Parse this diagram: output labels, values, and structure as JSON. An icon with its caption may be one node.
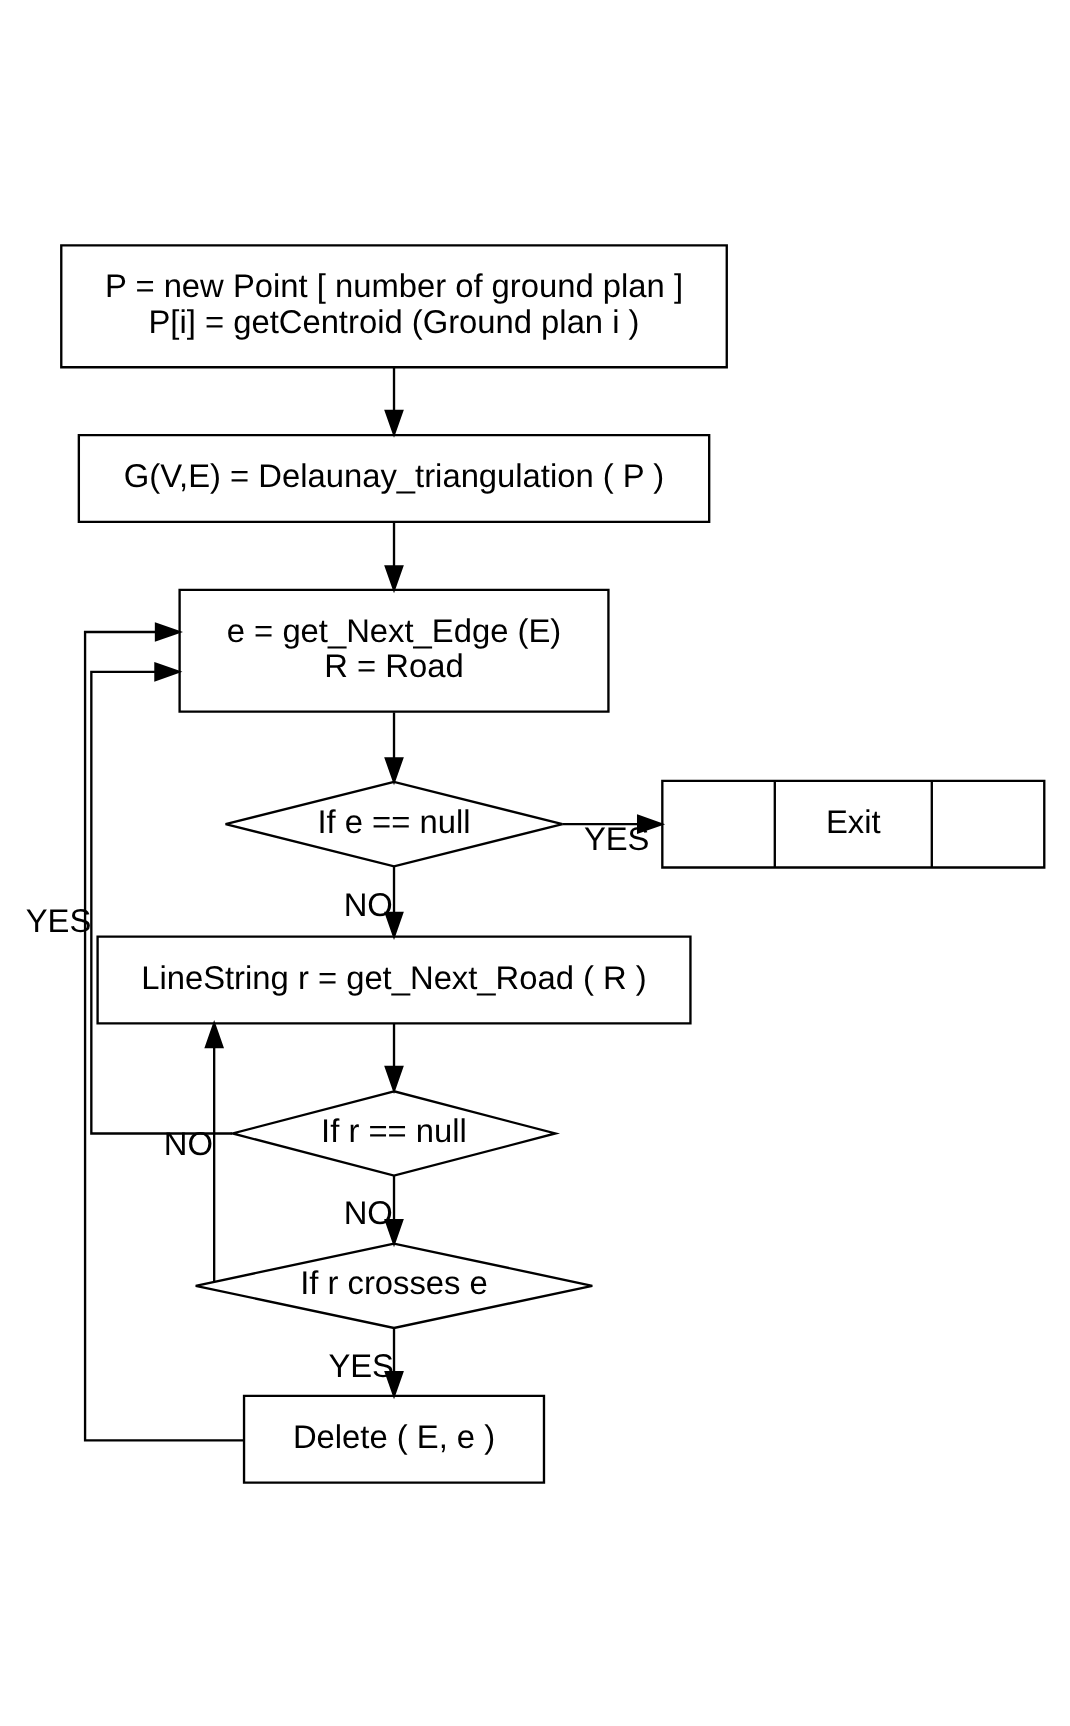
{
  "diagram": {
    "nodes": [
      {
        "text": [
          "P = new Point [ number of ground plan ]",
          "P[i] = getCentroid (Ground plan i )"
        ]
      },
      {
        "text": [
          "G(V,E) = Delaunay_triangulation ( P )"
        ]
      },
      {
        "text": [
          "e = get_Next_Edge (E)",
          "R = Road"
        ]
      },
      {
        "text": [
          "If e == null"
        ]
      },
      {
        "text": [
          "Exit"
        ]
      },
      {
        "text": [
          "LineString r = get_Next_Road ( R )"
        ]
      },
      {
        "text": [
          "If r == null"
        ]
      },
      {
        "text": [
          "If r crosses e"
        ]
      },
      {
        "text": [
          "Delete ( E, e )"
        ]
      }
    ],
    "edges": [
      {
        "from": 0,
        "to": 1,
        "arrow": "to"
      },
      {
        "from": 1,
        "to": 2,
        "arrow": "to"
      },
      {
        "from": 2,
        "to": 3,
        "arrow": "to"
      },
      {
        "from": 3,
        "to": 4,
        "arrow": "to",
        "label": "YES"
      },
      {
        "from": 3,
        "to": 5,
        "arrow": "to",
        "label": "NO"
      },
      {
        "from": 5,
        "to": 6,
        "arrow": "to"
      },
      {
        "from": 6,
        "to": 2,
        "arrow": "to",
        "label": "YES"
      },
      {
        "from": 6,
        "to": 7,
        "arrow": "to",
        "label": "NO"
      },
      {
        "from": 7,
        "to": 5,
        "arrow": "to",
        "label": "NO"
      },
      {
        "from": 7,
        "to": 8,
        "arrow": "to",
        "label": "YES"
      },
      {
        "from": 8,
        "to": 2,
        "arrow": "to"
      }
    ]
  }
}
